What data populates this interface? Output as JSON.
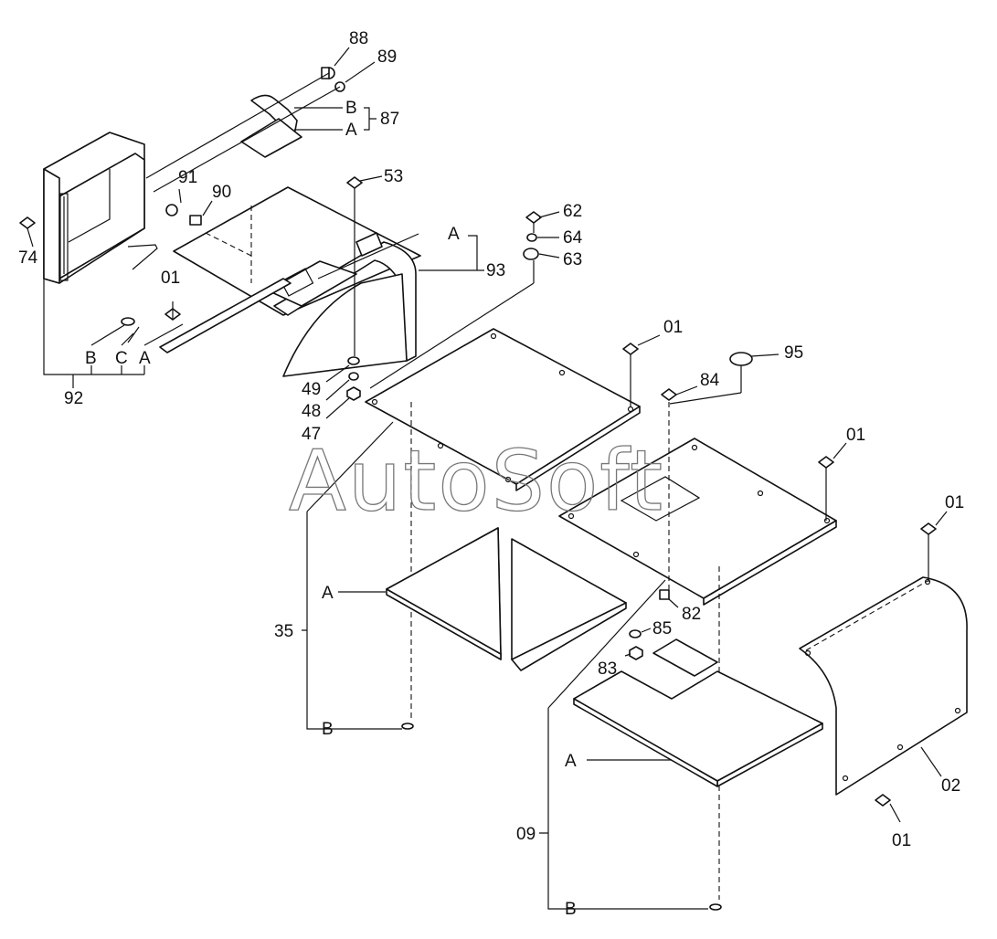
{
  "diagram": {
    "watermark": "AutoSoft",
    "labels": {
      "p88": "88",
      "p89": "89",
      "p87": "87",
      "p87_b": "B",
      "p87_a": "A",
      "p53": "53",
      "p91": "91",
      "p90": "90",
      "p74": "74",
      "p01_a": "01",
      "p92": "92",
      "p92_b": "B",
      "p92_c": "C",
      "p92_a": "A",
      "p62": "62",
      "p64": "64",
      "p63": "63",
      "p93": "93",
      "p93_a": "A",
      "p49": "49",
      "p48": "48",
      "p47": "47",
      "p01_b": "01",
      "p95": "95",
      "p84": "84",
      "p01_c": "01",
      "p01_d": "01",
      "p35": "35",
      "p35_a": "A",
      "p35_b": "B",
      "p82": "82",
      "p85": "85",
      "p83": "83",
      "p09": "09",
      "p09_a": "A",
      "p09_b": "B",
      "p02": "02",
      "p01_e": "01"
    }
  }
}
